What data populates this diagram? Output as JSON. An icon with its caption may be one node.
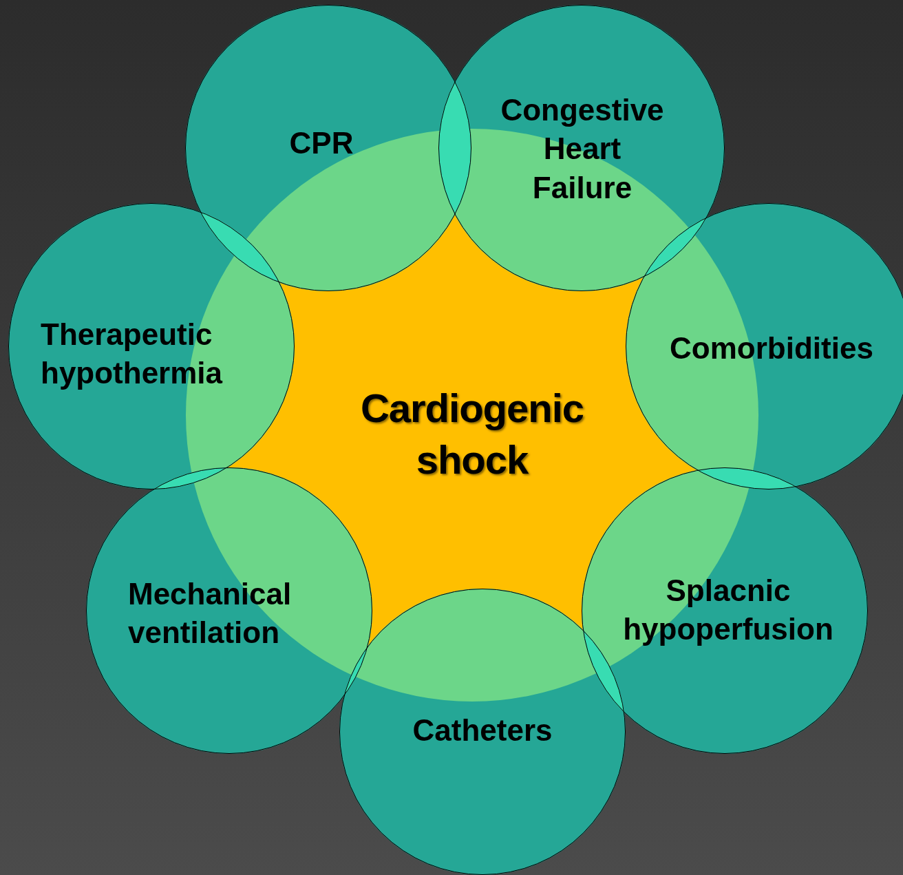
{
  "diagram": {
    "nodes": [
      {
        "text": [
          "Cardiogenic shock"
        ]
      },
      {
        "text": [
          "CPR"
        ]
      },
      {
        "text": [
          "Congestive Heart Failure"
        ]
      },
      {
        "text": [
          "Comorbidities"
        ]
      },
      {
        "text": [
          "Splacnic hypoperfusion"
        ]
      },
      {
        "text": [
          "Catheters"
        ]
      },
      {
        "text": [
          "Mechanical ventilation"
        ]
      },
      {
        "text": [
          "Therapeutic hypothermia"
        ]
      }
    ]
  }
}
